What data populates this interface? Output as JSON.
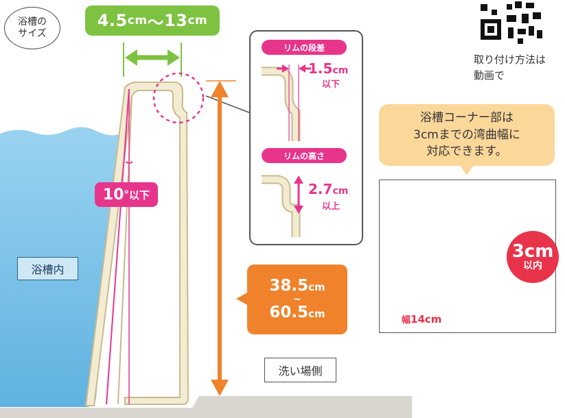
{
  "tub_size_label": [
    "浴槽の",
    "サイズ"
  ],
  "rim_width": {
    "num1": "4.5",
    "unit1": "cm",
    "sep": "〜",
    "num2": "13",
    "unit2": "cm"
  },
  "angle": {
    "value": "10",
    "deg": "°",
    "suffix": "以下"
  },
  "tub_inside_label": "浴槽内",
  "wash_side_label": "洗い場側",
  "height": {
    "min": "38.5",
    "tilde": "~",
    "max": "60.5",
    "unit": "cm"
  },
  "zoom": {
    "step_title": "リムの段差",
    "step_value": "1.5",
    "step_unit": "cm",
    "step_qualifier": "以下",
    "height_title": "リムの高さ",
    "height_value": "2.7",
    "height_unit": "cm",
    "height_qualifier": "以上"
  },
  "qr_caption": [
    "取り付け方法は",
    "動画で"
  ],
  "corner_note": [
    "浴槽コーナー部は",
    "3cmまでの湾曲幅に",
    "対応できます。"
  ],
  "corner_limit": {
    "value": "3cm",
    "qualifier": "以内"
  },
  "width_label": {
    "prefix": "幅",
    "value": "14cm"
  },
  "colors": {
    "green": "#7dc241",
    "pink": "#e8358c",
    "orange": "#f0822c",
    "red": "#e8334a",
    "water": "#8ccbec",
    "rim": "#f3ecd2",
    "bubble": "#fbd79a"
  }
}
